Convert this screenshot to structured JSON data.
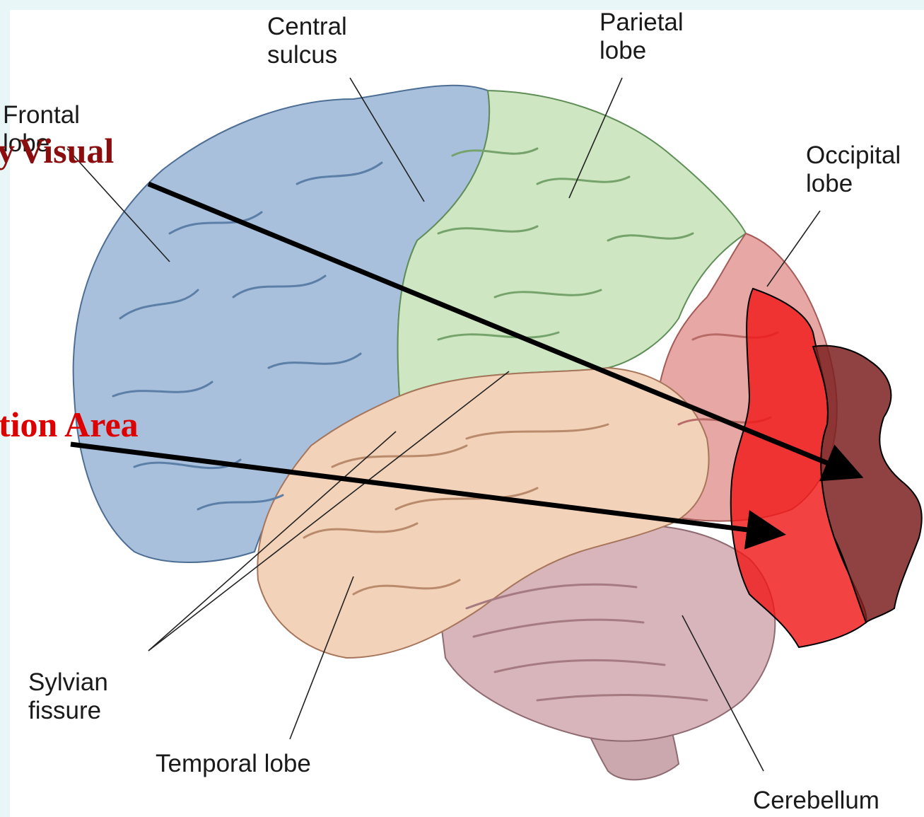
{
  "labels": {
    "central_sulcus": [
      "Central",
      "sulcus"
    ],
    "parietal_lobe": [
      "Parietal",
      "lobe"
    ],
    "frontal_lobe": [
      "Frontal",
      "lobe"
    ],
    "occipital_lobe": [
      "Occipital",
      "lobe"
    ],
    "sylvian_fissure": [
      "Sylvian",
      "fissure"
    ],
    "temporal_lobe": "Temporal lobe",
    "cerebellum": "Cerebellum"
  },
  "overlays": {
    "visual": {
      "text": "Visual",
      "color": "#8b0d0d"
    },
    "partial_left": {
      "text": "y",
      "color": "#8b0d0d"
    },
    "association_area": {
      "text": "tion Area",
      "color": "#dd0000"
    }
  },
  "colors": {
    "frontal": "#a9c0dc",
    "parietal": "#cfe6c2",
    "occipital": "#e7a8a5",
    "temporal": "#f3d2ba",
    "cerebellum": "#d7b5bb",
    "highlight_red": "#f01818",
    "highlight_dark": "#7c2121",
    "frame": "#e9f6f8"
  }
}
